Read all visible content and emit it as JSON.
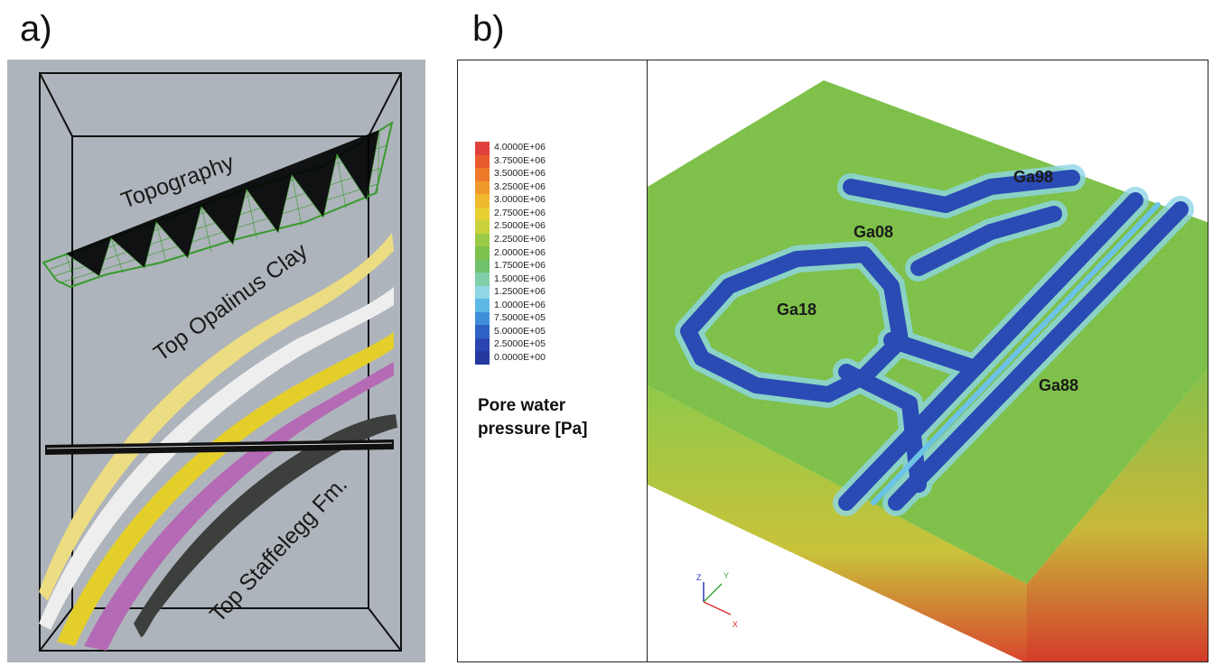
{
  "panel_a": {
    "label": "a)",
    "layers": [
      {
        "name": "Topography",
        "color": "#3a9a2e"
      },
      {
        "name": "Top Opalinus Clay",
        "color": "#e8d87a"
      },
      {
        "name": "Top Staffelegg Fm.",
        "color": "#3d3f3d"
      }
    ],
    "surface_colors": [
      "#ecdc82",
      "#eeeeee",
      "#e4cf2a",
      "#b46ab4",
      "#3d3f3d"
    ]
  },
  "panel_b": {
    "label": "b)",
    "legend": {
      "title_line1": "Pore water",
      "title_line2": "pressure [Pa]",
      "ticks": [
        "4.0000E+06",
        "3.7500E+06",
        "3.5000E+06",
        "3.2500E+06",
        "3.0000E+06",
        "2.7500E+06",
        "2.5000E+06",
        "2.2500E+06",
        "2.0000E+06",
        "1.7500E+06",
        "1.5000E+06",
        "1.2500E+06",
        "1.0000E+06",
        "7.5000E+05",
        "5.0000E+05",
        "2.5000E+05",
        "0.0000E+00"
      ],
      "colors": [
        "#e0413a",
        "#e95a2f",
        "#ef7a2a",
        "#f19a2c",
        "#f0b92e",
        "#e8cf33",
        "#c9d23c",
        "#9bcb46",
        "#7cc24d",
        "#6fc26a",
        "#7fd0a8",
        "#8fd7e6",
        "#5cb9e6",
        "#3f8fd8",
        "#2f62c4",
        "#2a45b0",
        "#243aa0"
      ]
    },
    "wells": {
      "ga98": "Ga98",
      "ga08": "Ga08",
      "ga18": "Ga18",
      "ga88": "Ga88"
    },
    "axes": {
      "z": "Z",
      "y": "Y",
      "x": "X"
    }
  }
}
